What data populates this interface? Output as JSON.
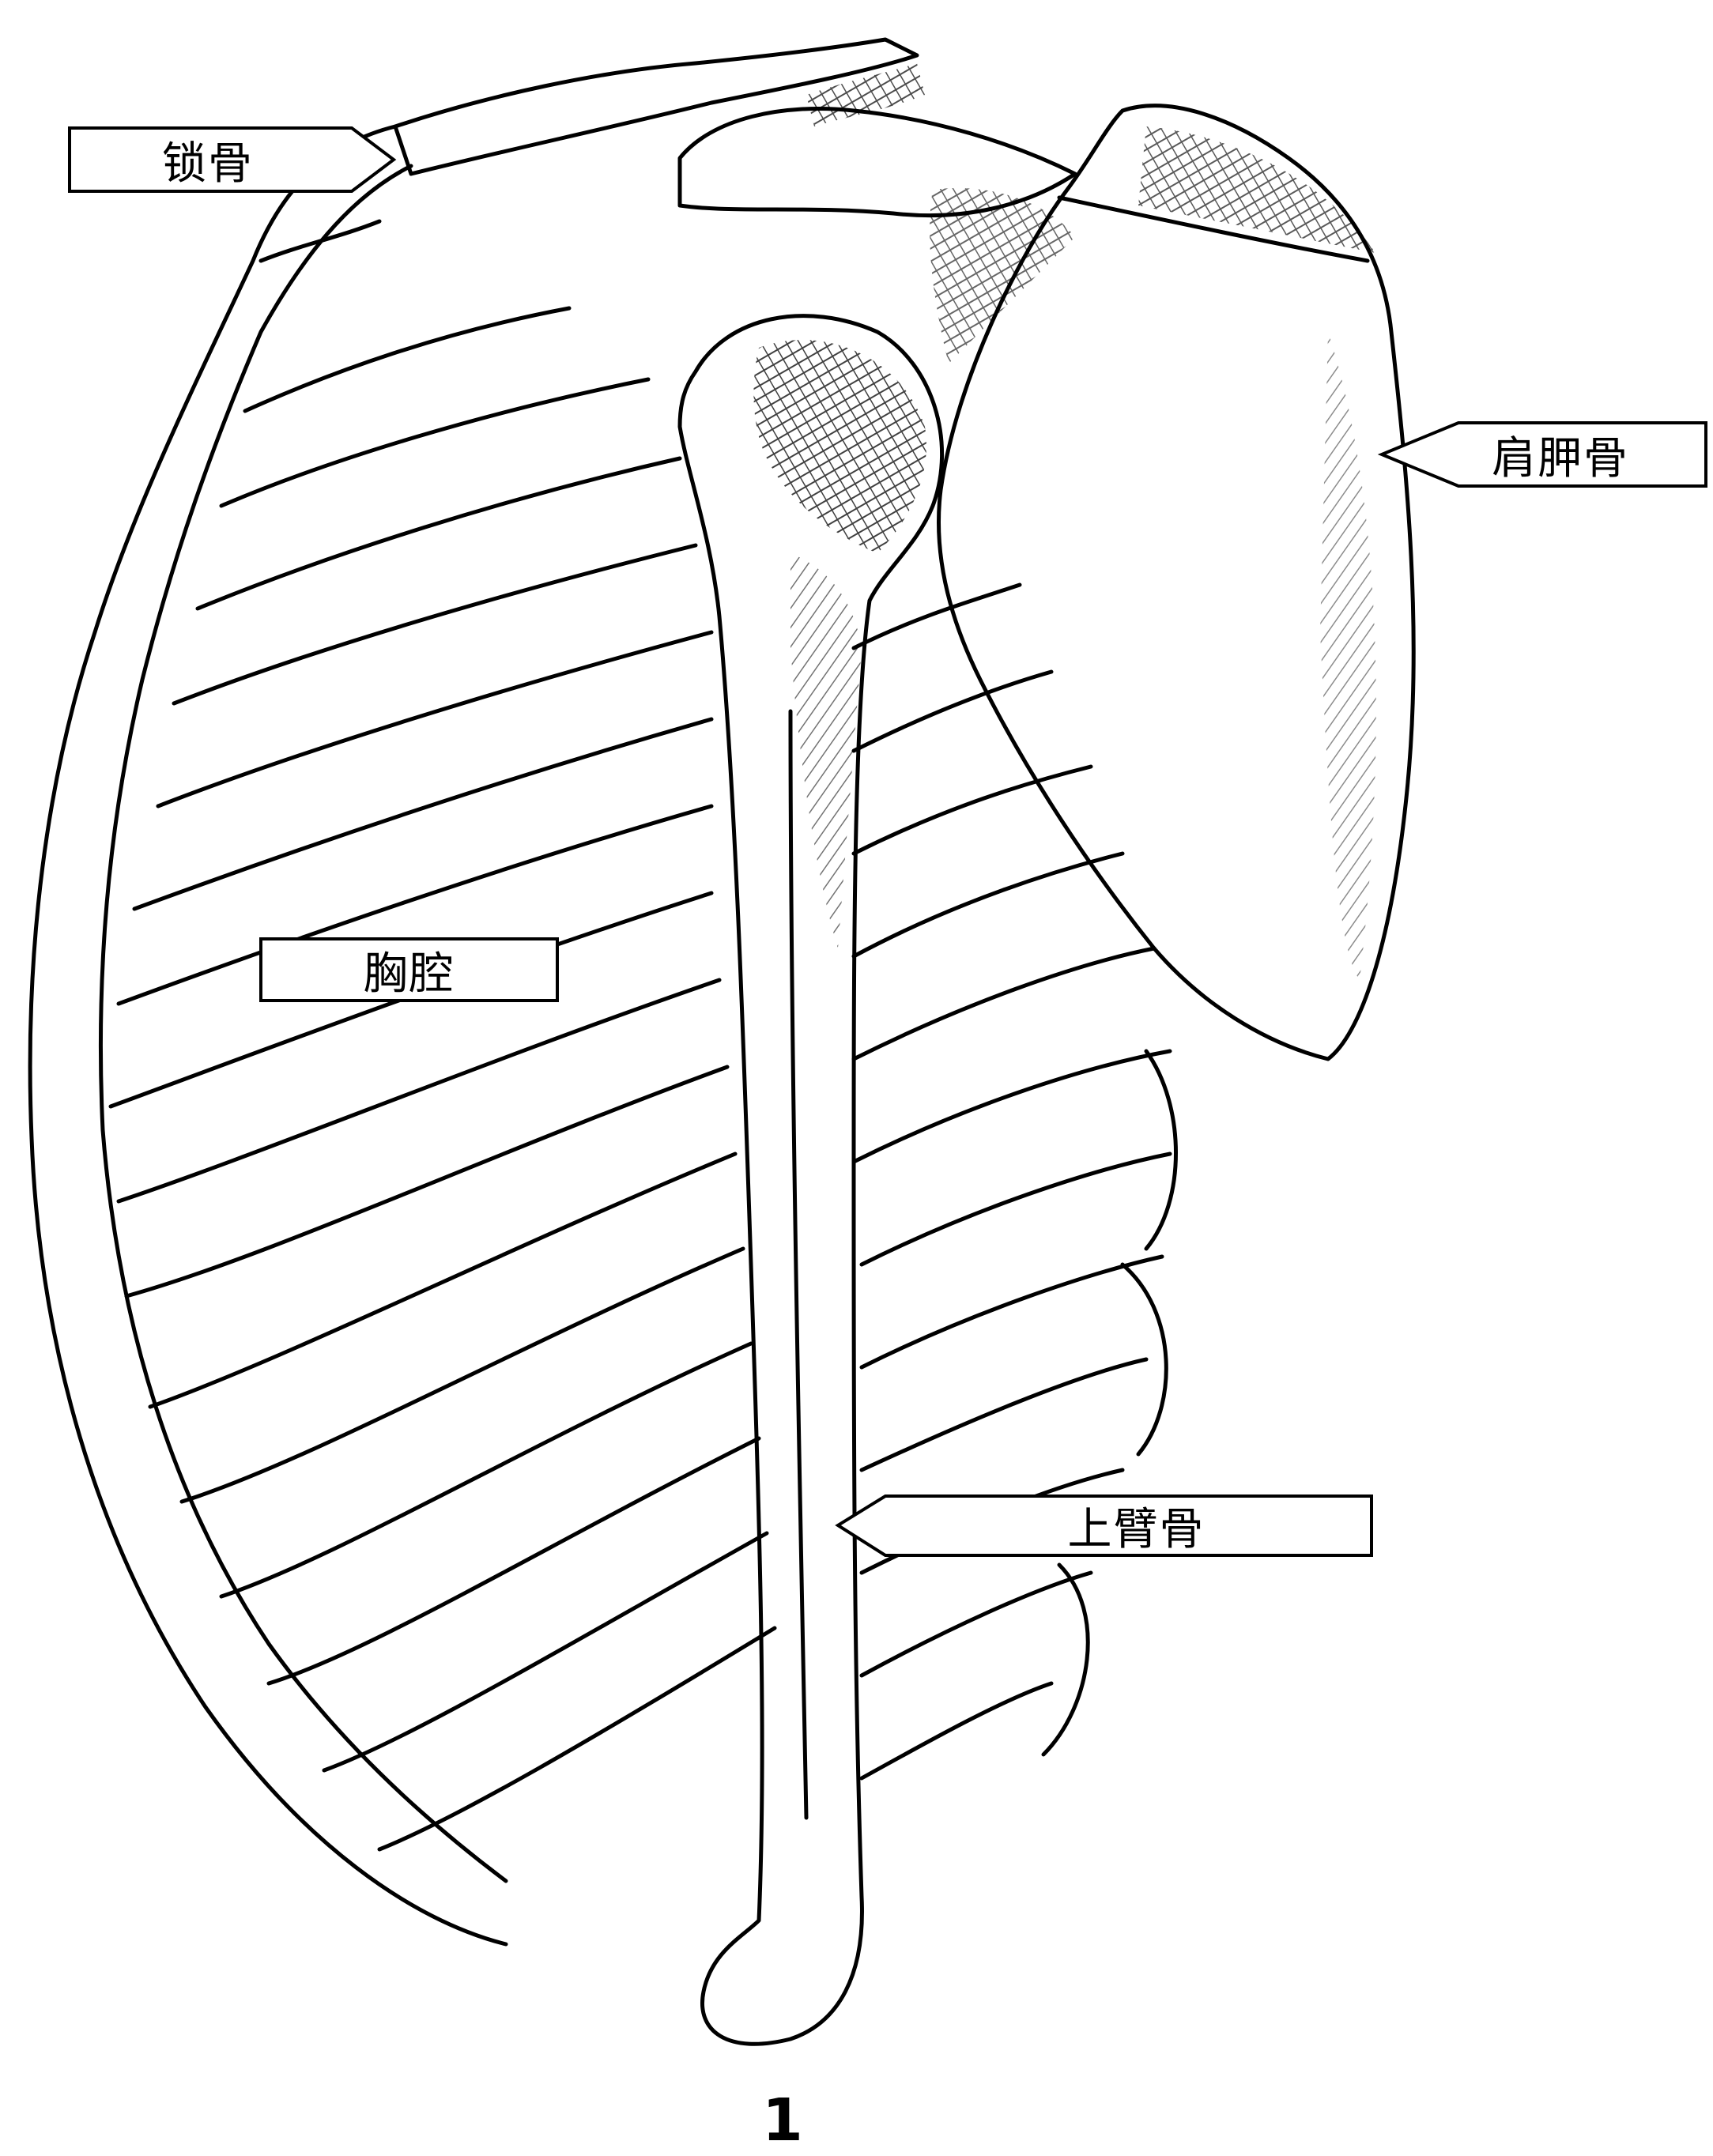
{
  "labels": {
    "clavicle": "锁骨",
    "scapula": "肩胛骨",
    "thorax": "胸腔",
    "humerus": "上臂骨"
  },
  "figure_number": "1",
  "colors": {
    "ink": "#000000",
    "paper": "#ffffff"
  }
}
